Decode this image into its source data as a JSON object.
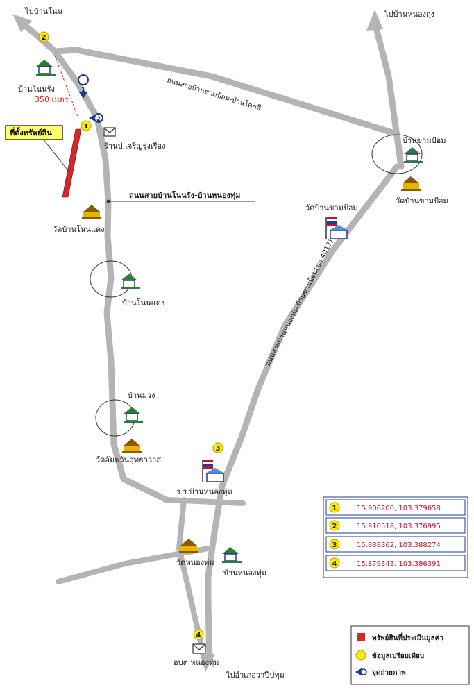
{
  "labels": {
    "to_ban_non": "ไปบ้านโนน",
    "to_ban_nong_kung": "ไปบ้านหนองกุง",
    "ban_non_rang": "บ้านโนนรัง",
    "distance": "350 เมตร",
    "property_location": "ที่ตั้งทรัพย์สิน",
    "shop": "ร้านป.เจริญรุ่งเรือง",
    "road_non_rang_nong_tum": "ถนนสายบ้านโนนรัง-บ้านหนองทุ่ม",
    "road_kham_pom_khok_si": "ถนนสายบ้านขามป้อม-บ้านโคกสี",
    "ban_kham_pom": "บ้านขามป้อม",
    "wat_ban_kham_pom": "วัดบ้านขามป้อม",
    "school_ban_kham_pom": "วัดบ้านขามป้อม",
    "wat_ban_non_daeng": "วัดบ้านโนนแดง",
    "ban_non_daeng": "บ้านโนนแดง",
    "road_kaeng_kao": "ถนนสายบ้านหนองทุ่ม-บ้านขามป้อม(ขก.4017)",
    "ban_muang": "บ้านม่วง",
    "wat_ampawan": "วัดอัมพวันสุทธาวาส",
    "school_nong_tum": "ร.ร.บ้านหนองทุ่ม",
    "wat_nong_tum": "วัดหนองทุ่ม",
    "ban_nong_tum": "บ้านหนองทุ่ม",
    "sao_nong_tum": "อบต.หนองทุ่ม",
    "to_amphoe": "ไปอำเภอวาปีปทุม"
  },
  "markers": {
    "p1": "1",
    "p2": "2",
    "p3": "3",
    "p4": "4",
    "cam1": "1",
    "cam2": "2"
  },
  "coords": [
    {
      "num": "1",
      "value": "15.906200, 103.379658"
    },
    {
      "num": "2",
      "value": "15.910518, 103.376995"
    },
    {
      "num": "3",
      "value": "15.888362, 103.388274"
    },
    {
      "num": "4",
      "value": "15.879343, 103.386391"
    }
  ],
  "legend": {
    "property": "ทรัพย์สินที่ประเมินมูลค่า",
    "comparison": "ข้อมูลเปรียบเทียบ",
    "photo_point": "จุดถ่ายภาพ"
  },
  "colors": {
    "road": "#b4b4b4",
    "property": "#d62828",
    "marker": "#ffeb00",
    "pin": "#1d3c8f",
    "label_box": "#ffff66"
  }
}
